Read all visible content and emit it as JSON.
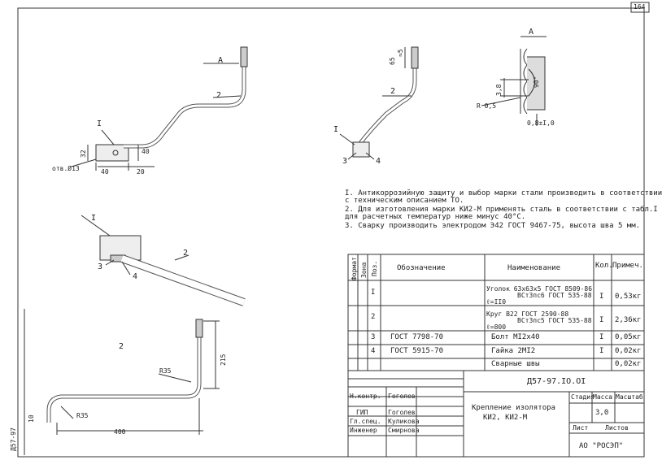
{
  "sheet": {
    "page_number": "164",
    "left_strip_code": "Д57-97"
  },
  "detail_labels": {
    "view_A": "А",
    "part_1": "I",
    "part_2": "2",
    "part_3": "3",
    "part_4": "4"
  },
  "dimensions": {
    "d32": "32",
    "d40a": "40",
    "d40b": "40",
    "d20": "20",
    "hole": "отв.Ø13",
    "d65": "65",
    "d5": "≈5",
    "d3_8": "3,8",
    "d20_deg": "90°",
    "r0_5": "R 0,5",
    "thread": "0,8±I,0",
    "r35a": "R35",
    "r35b": "R35",
    "d215": "215",
    "d400": "400",
    "d10": "10"
  },
  "notes": [
    "I. Антикоррозийную защиту и выбор марки стали производить в соответствии",
    "   с техническим описанием ТО.",
    "2. Для изготовления марки КИ2-М применять сталь в соответствии с табл.I",
    "   для расчетных температур ниже минус 40°С.",
    "3. Сварку производить электродом Э42 ГОСТ 9467-75, высота шва 5 мм."
  ],
  "spec_table": {
    "headers": {
      "format": "Формат",
      "zone": "Зона",
      "pos": "Поз.",
      "designation": "Обозначение",
      "name": "Наименование",
      "qty": "Кол.",
      "note": "Примеч."
    },
    "rows": [
      {
        "pos": "I",
        "designation": "",
        "name_line1": "Уголок 63х63х5 ГОСТ 8509-86",
        "name_line2": "ВСт3пс6 ГОСТ 535-88",
        "name_line3": "ℓ=II0",
        "qty": "I",
        "note": "0,53кг"
      },
      {
        "pos": "2",
        "designation": "",
        "name_line1": "Круг В22 ГОСТ 2590-88",
        "name_line2": "ВСт3пс5 ГОСТ 535-88",
        "name_line3": "ℓ=800",
        "qty": "I",
        "note": "2,36кг"
      },
      {
        "pos": "3",
        "designation": "ГОСТ 7798-70",
        "name_line1": "Болт МI2х40",
        "name_line2": "",
        "name_line3": "",
        "qty": "I",
        "note": "0,05кг"
      },
      {
        "pos": "4",
        "designation": "ГОСТ 5915-70",
        "name_line1": "Гайка 2МI2",
        "name_line2": "",
        "name_line3": "",
        "qty": "I",
        "note": "0,02кг"
      },
      {
        "pos": "",
        "designation": "",
        "name_line1": "Сварные швы",
        "name_line2": "",
        "name_line3": "",
        "qty": "",
        "note": "0,02кг"
      }
    ]
  },
  "title_block": {
    "doc_code": "Д57-97.IO.OI",
    "title_line1": "Крепление изолятора",
    "title_line2": "КИ2, КИ2-М",
    "stage_label": "Стадия",
    "mass_label": "Масса",
    "scale_label": "Масштаб",
    "mass_value": "3,0",
    "sheet_label": "Лист",
    "sheets_label": "Листов",
    "organization": "АО \"РОСЭП\"",
    "signers": [
      {
        "role": "Н.контр.",
        "name": "Гоголев"
      },
      {
        "role": "ГИП",
        "name": "Гоголев"
      },
      {
        "role": "Гл.спец.",
        "name": "Куликова"
      },
      {
        "role": "Инженер",
        "name": "Смирнова"
      }
    ]
  }
}
